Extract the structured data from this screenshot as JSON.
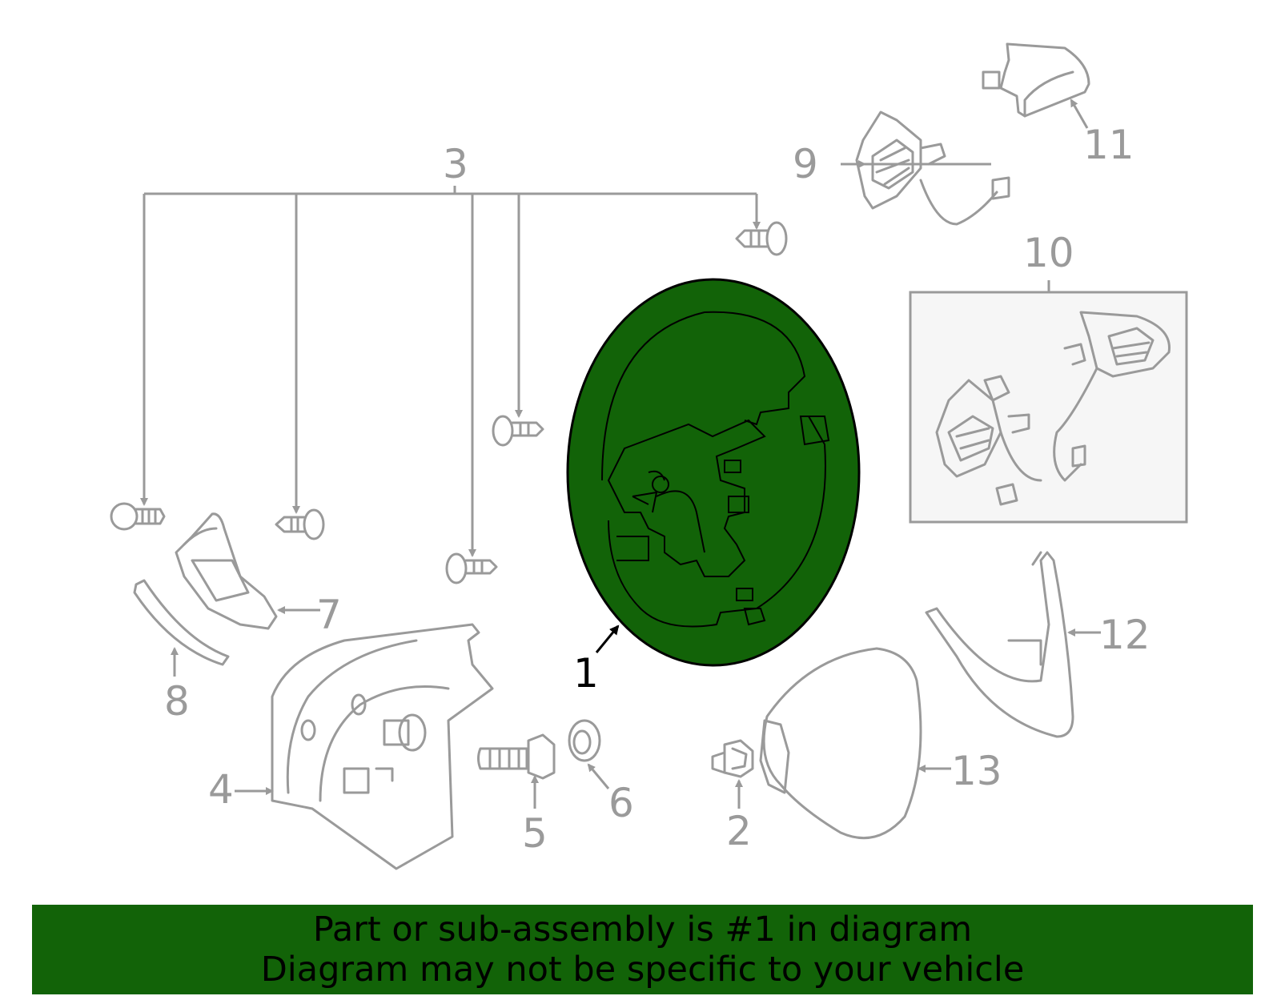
{
  "colors": {
    "highlight_fill": "#126308",
    "part_stroke": "#9a9a9a",
    "banner_bg": "#126308"
  },
  "highlighted_part": "1",
  "callouts": {
    "c1": "1",
    "c2": "2",
    "c3": "3",
    "c4": "4",
    "c5": "5",
    "c6": "6",
    "c7": "7",
    "c8": "8",
    "c9": "9",
    "c10": "10",
    "c11": "11",
    "c12": "12",
    "c13": "13"
  },
  "banner": {
    "line1": "Part or sub-assembly is #1 in diagram",
    "line2": "Diagram may not be specific to your vehicle"
  }
}
